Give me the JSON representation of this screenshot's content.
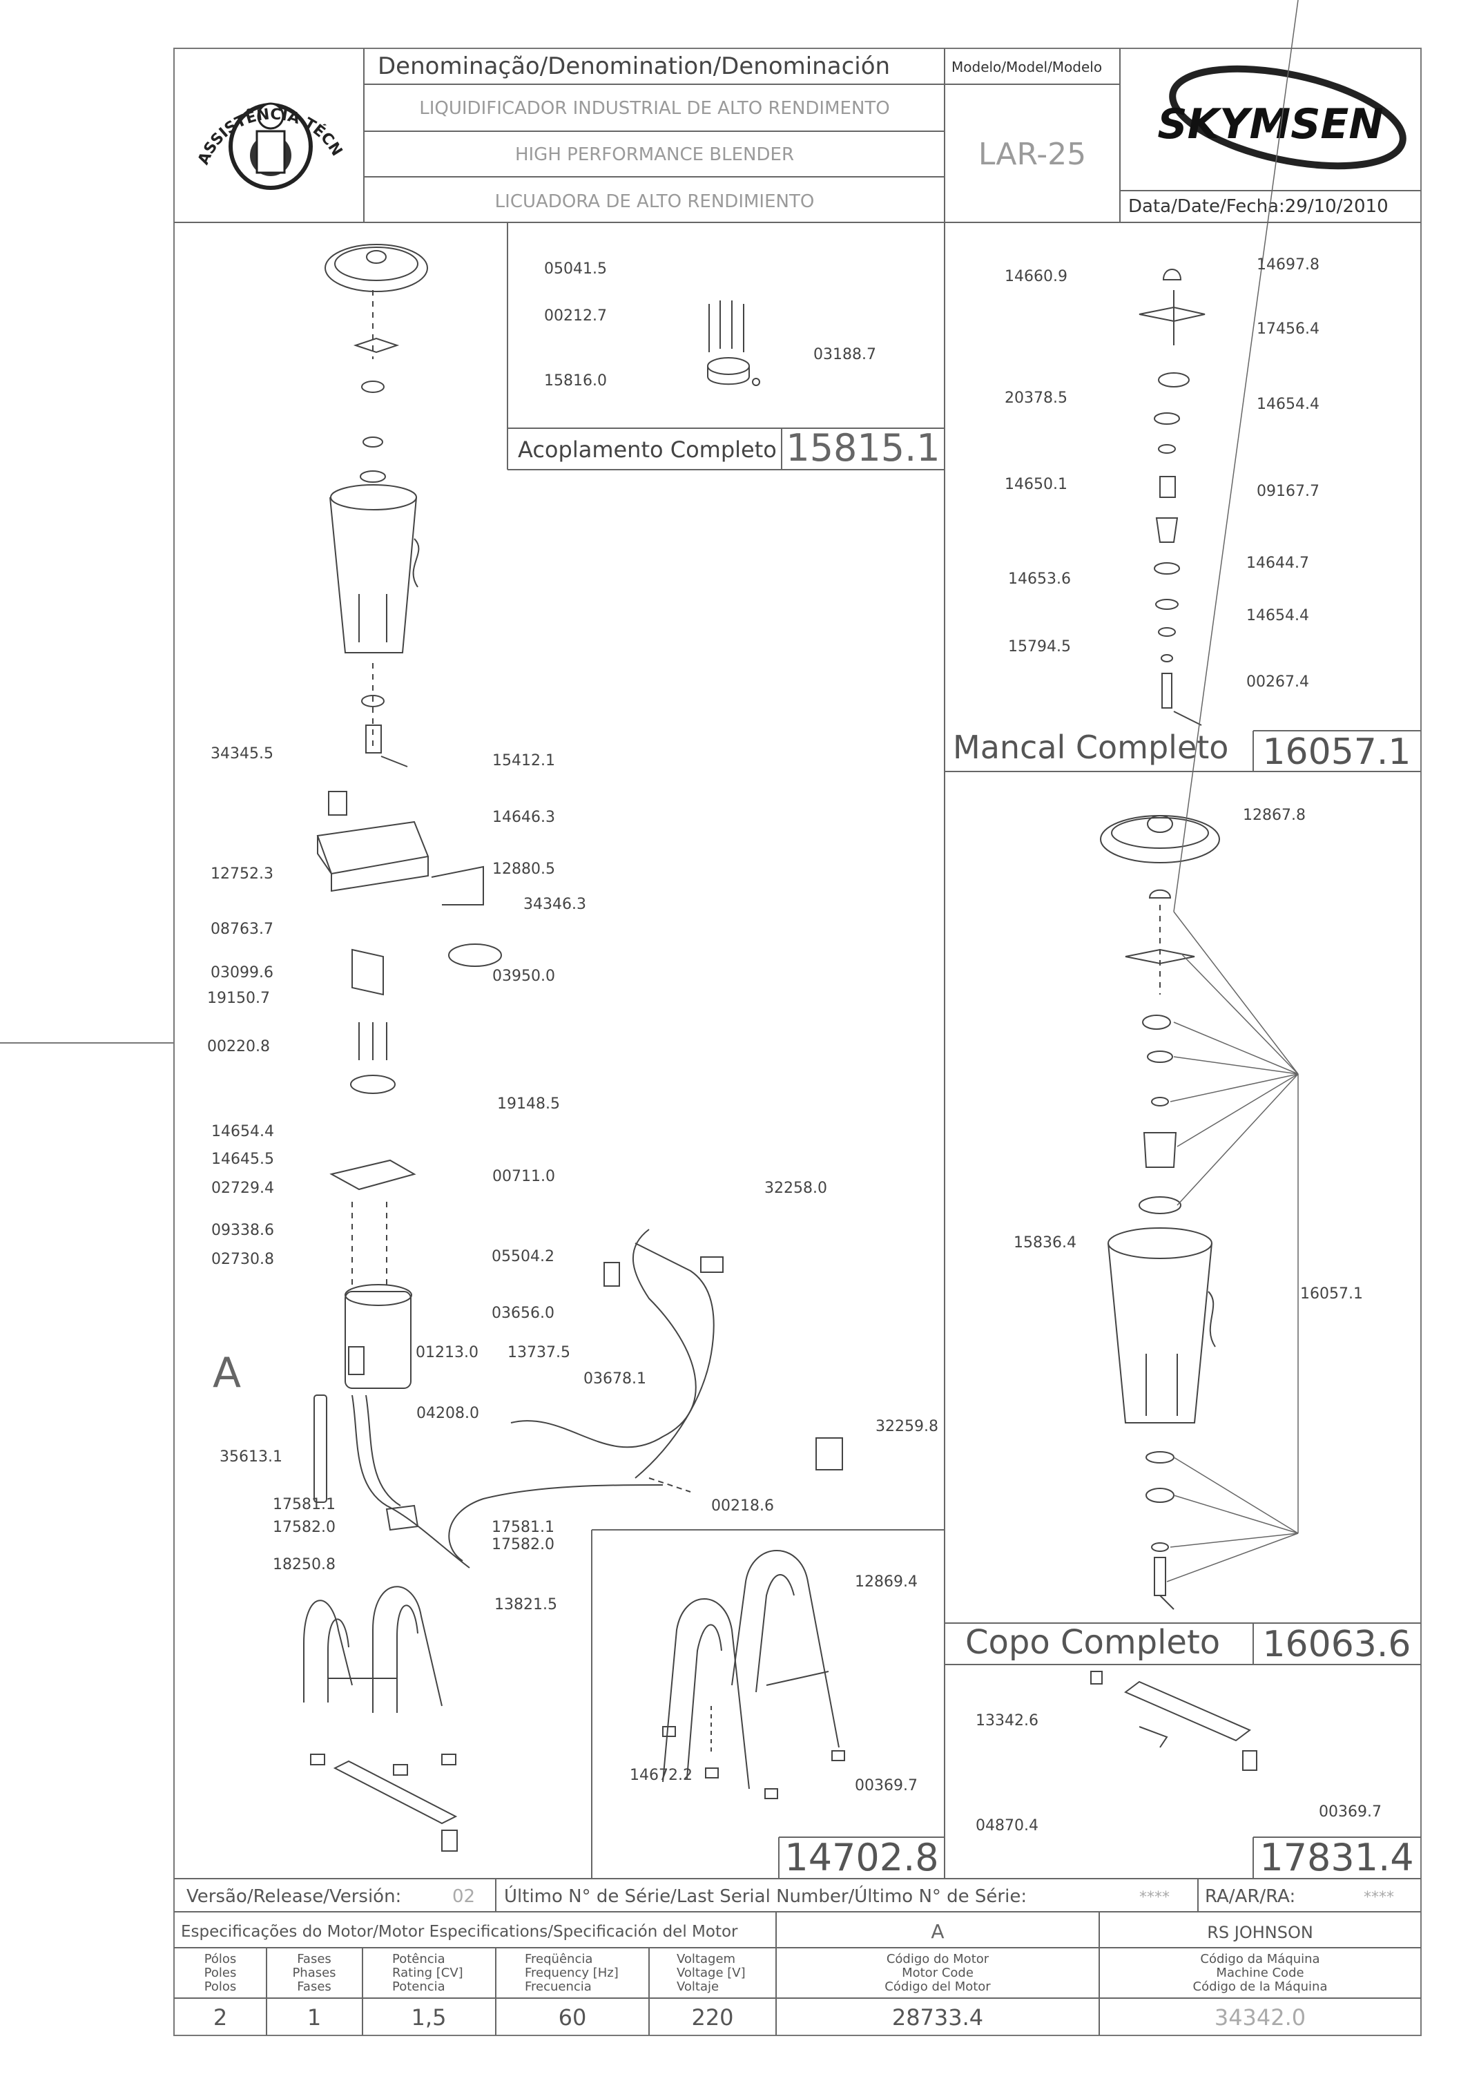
{
  "header": {
    "logo_text": "ASSISTÊNCIA TÉCNICA AUTORIZADA",
    "denomination_label": "Denominação/Denomination/Denominación",
    "name_pt": "LIQUIDIFICADOR INDUSTRIAL DE ALTO RENDIMENTO",
    "name_en": "HIGH PERFORMANCE BLENDER",
    "name_es": "LICUADORA DE ALTO RENDIMIENTO",
    "model_label": "Modelo/Model/Modelo",
    "model_value": "LAR-25",
    "brand": "SKYMSEN",
    "date_label": "Data/Date/Fecha:",
    "date_value": "29/10/2010"
  },
  "assemblies": {
    "coupling": {
      "label": "Acoplamento Completo",
      "code": "15815.1"
    },
    "bearing": {
      "label": "Mancal Completo",
      "code": "16057.1"
    },
    "cup": {
      "label": "Copo Completo",
      "code": "16063.6"
    },
    "stand": {
      "code": "14702.8"
    },
    "base": {
      "code": "17831.4"
    }
  },
  "parts": {
    "coupling": [
      "05041.5",
      "00212.7",
      "15816.0",
      "03188.7"
    ],
    "bearing": [
      "14660.9",
      "14697.8",
      "17456.4",
      "20378.5",
      "14654.4",
      "14650.1",
      "09167.7",
      "14653.6",
      "14644.7",
      "14654.4",
      "15794.5",
      "00267.4"
    ],
    "cup": [
      "12867.8",
      "15836.4",
      "16057.1"
    ],
    "main_left": [
      "34345.5",
      "15412.1",
      "14646.3",
      "12752.3",
      "12880.5",
      "08763.7",
      "34346.3",
      "03099.6",
      "19150.7",
      "03950.0",
      "00220.8",
      "19148.5",
      "14654.4",
      "14645.5",
      "00711.0",
      "02729.4",
      "09338.6",
      "02730.8",
      "A",
      "35613.1",
      "17581.1",
      "17582.0",
      "18250.8"
    ],
    "wiring": [
      "32258.0",
      "05504.2",
      "03656.0",
      "01213.0",
      "13737.5",
      "03678.1",
      "04208.0",
      "32259.8",
      "00218.6",
      "17581.1",
      "17582.0",
      "13821.5"
    ],
    "stand": [
      "12869.4",
      "14672.2",
      "00369.7"
    ],
    "base": [
      "13342.6",
      "04870.4",
      "00369.7"
    ]
  },
  "footer": {
    "version_label": "Versão/Release/Versión:",
    "version_value": "02",
    "serial_label": "Último N° de Série/Last Serial Number/Último N° de Série:",
    "serial_value": "****",
    "ra_label": "RA/AR/RA:",
    "ra_value": "****",
    "motor_spec_label": "Especificações do Motor/Motor Especifications/Specificación del Motor",
    "motor_letter": "A",
    "motor_brand": "RS JOHNSON",
    "col_headers": [
      [
        "Pólos",
        "Poles",
        "Polos"
      ],
      [
        "Fases",
        "Phases",
        "Fases"
      ],
      [
        "Potência",
        "Rating [CV]",
        "Potencia"
      ],
      [
        "Freqüência",
        "Frequency [Hz]",
        "Frecuencia"
      ],
      [
        "Voltagem",
        "Voltage [V]",
        "Voltaje"
      ],
      [
        "Código do Motor",
        "Motor Code",
        "Código del Motor"
      ],
      [
        "Código da Máquina",
        "Machine Code",
        "Código de la Máquina"
      ]
    ],
    "values": [
      "2",
      "1",
      "1,5",
      "60",
      "220",
      "28733.4",
      "34342.0"
    ]
  },
  "colors": {
    "line": "#555555",
    "text": "#333333",
    "muted": "#9a9a9a",
    "brand": "#111111"
  }
}
